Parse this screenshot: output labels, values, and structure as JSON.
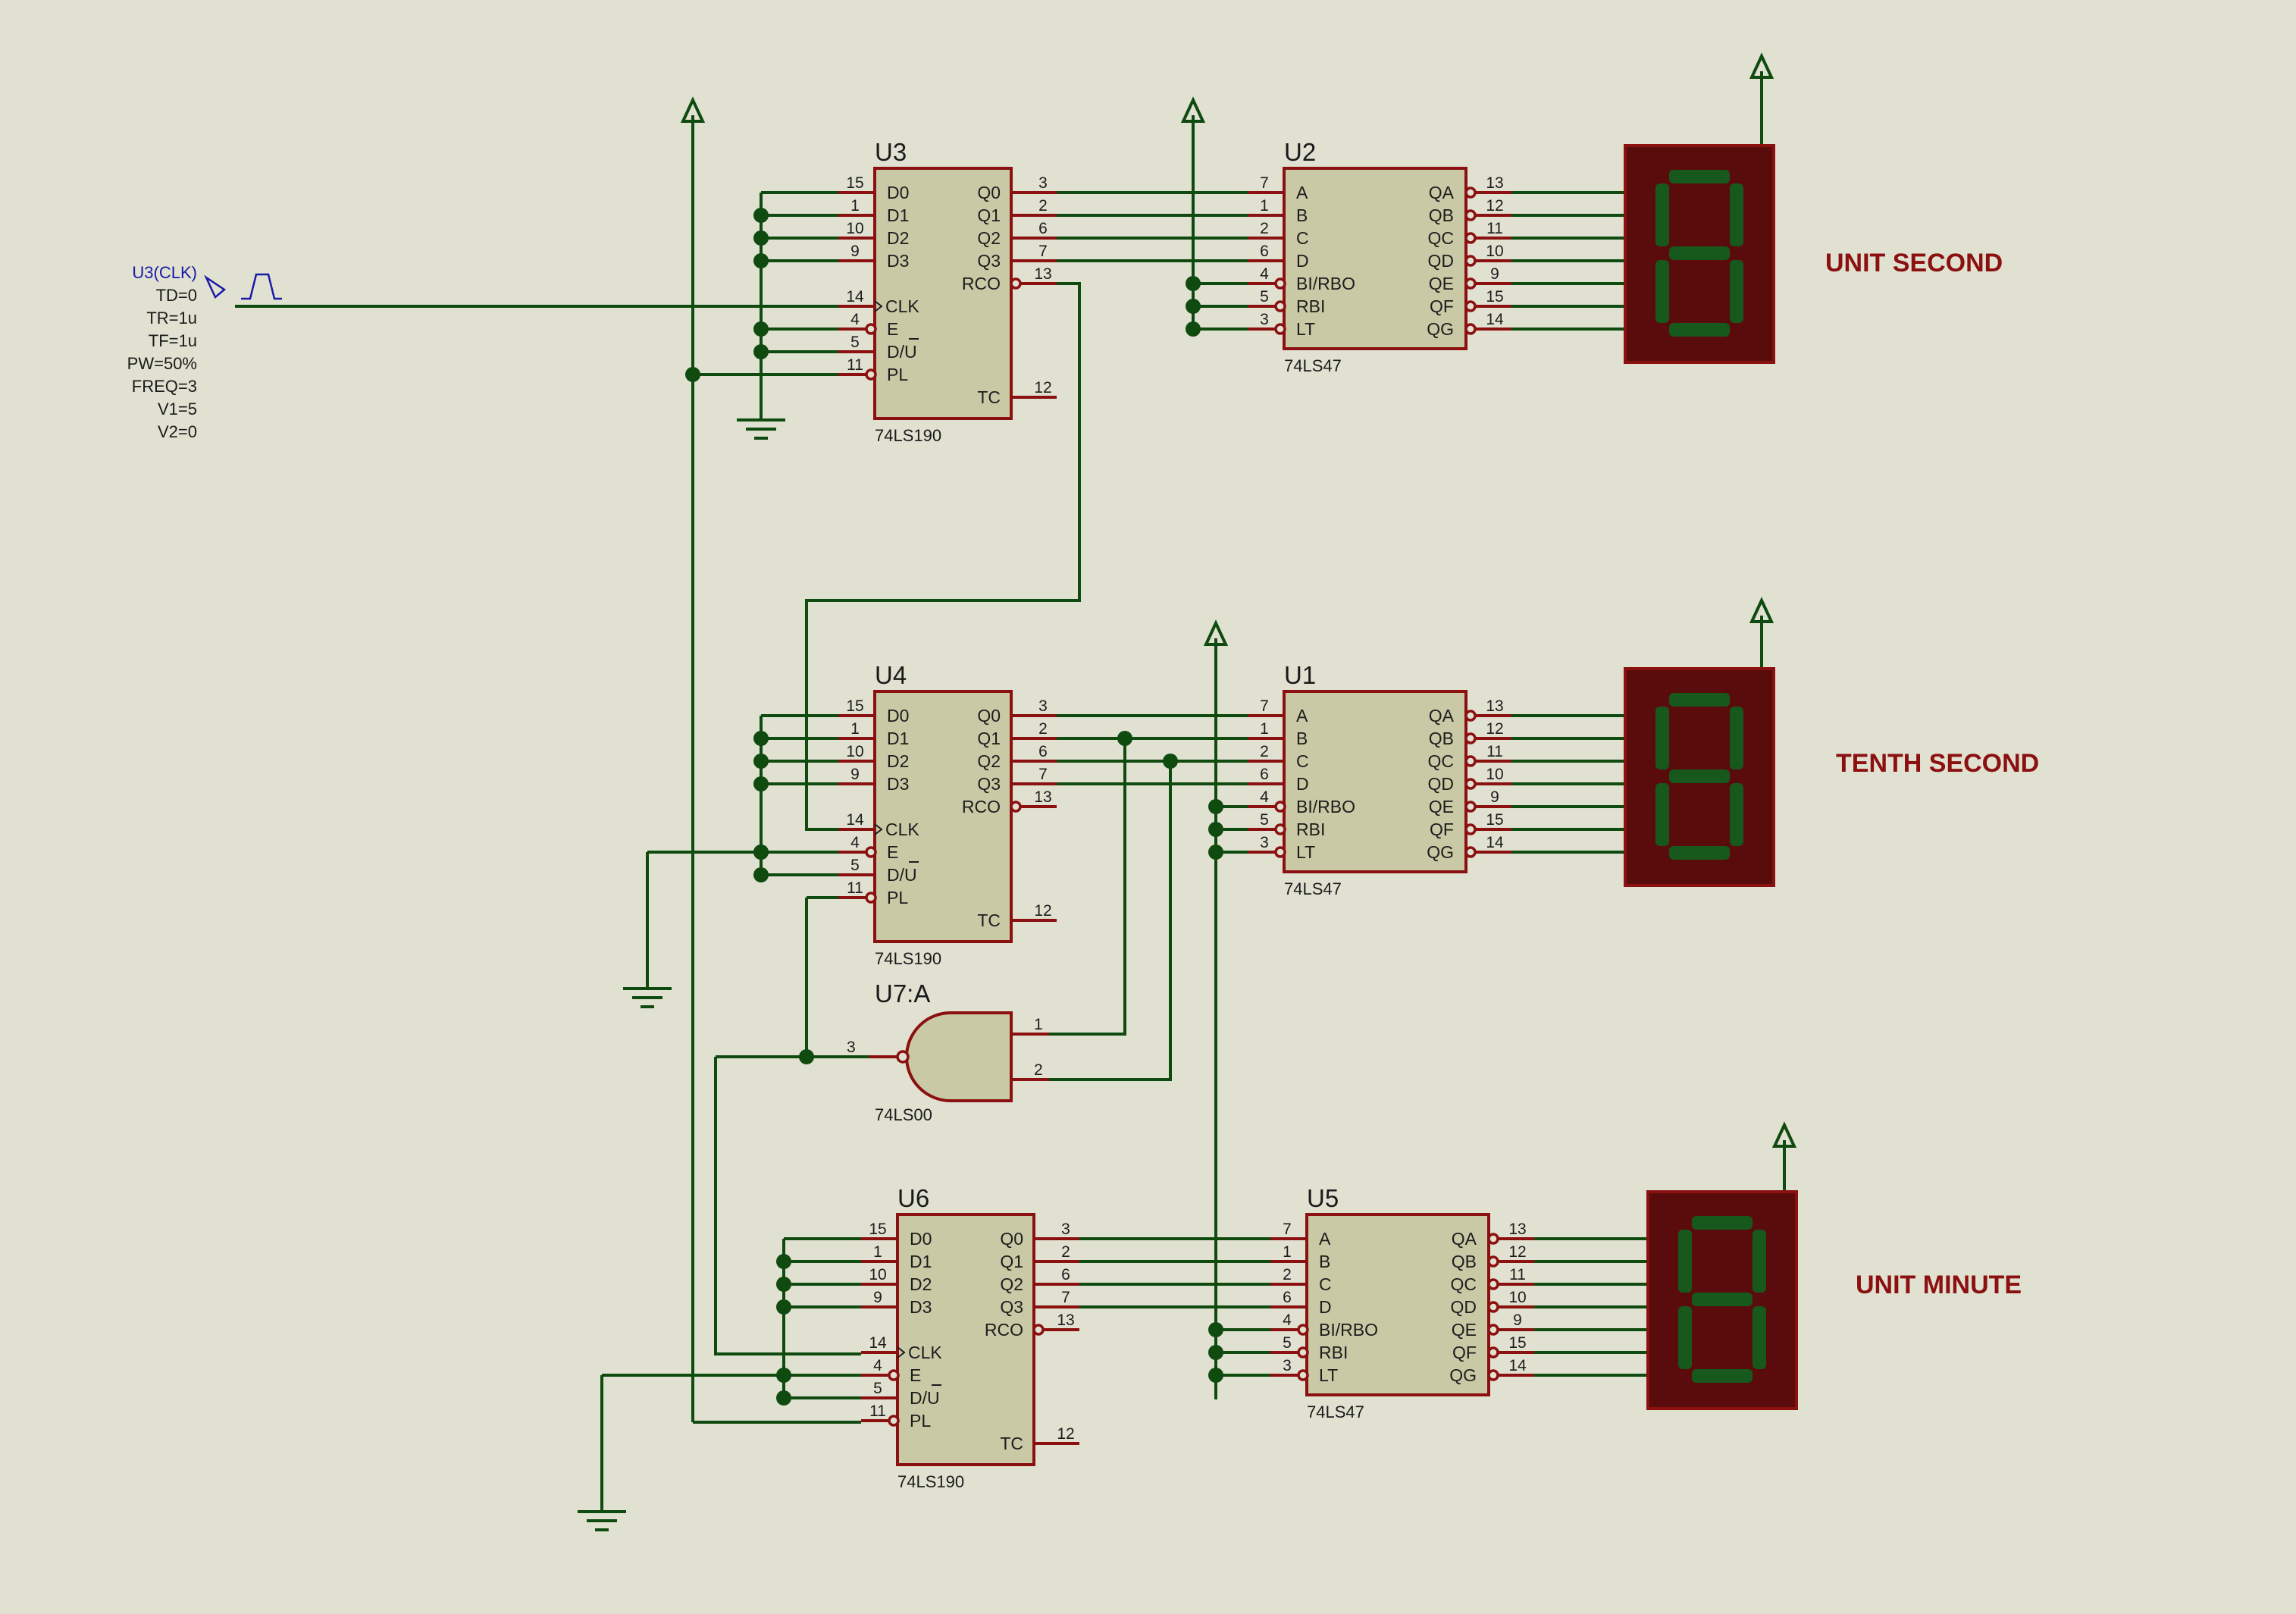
{
  "labels": {
    "u2_display": "UNIT SECOND",
    "u1_display": "TENTH SECOND",
    "u5_display": "UNIT MINUTE"
  },
  "generator": {
    "name": "U3(CLK)",
    "params": [
      "TD=0",
      "TR=1u",
      "TF=1u",
      "PW=50%",
      "FREQ=3",
      "V1=5",
      "V2=0"
    ]
  },
  "counters": {
    "U3": {
      "ref": "U3",
      "part": "74LS190"
    },
    "U4": {
      "ref": "U4",
      "part": "74LS190"
    },
    "U6": {
      "ref": "U6",
      "part": "74LS190"
    }
  },
  "decoders": {
    "U2": {
      "ref": "U2",
      "part": "74LS47"
    },
    "U1": {
      "ref": "U1",
      "part": "74LS47"
    },
    "U5": {
      "ref": "U5",
      "part": "74LS47"
    }
  },
  "gate": {
    "ref": "U7:A",
    "part": "74LS00",
    "pins": {
      "out": "3",
      "in1": "1",
      "in2": "2"
    }
  },
  "counter_pins": {
    "left": [
      {
        "name": "D0",
        "num": "15"
      },
      {
        "name": "D1",
        "num": "1"
      },
      {
        "name": "D2",
        "num": "10"
      },
      {
        "name": "D3",
        "num": "9"
      },
      {
        "name": "CLK",
        "num": "14"
      },
      {
        "name": "E",
        "num": "4"
      },
      {
        "name": "D/U",
        "num": "5"
      },
      {
        "name": "PL",
        "num": "11"
      }
    ],
    "right": [
      {
        "name": "Q0",
        "num": "3"
      },
      {
        "name": "Q1",
        "num": "2"
      },
      {
        "name": "Q2",
        "num": "6"
      },
      {
        "name": "Q3",
        "num": "7"
      },
      {
        "name": "RCO",
        "num": "13"
      },
      {
        "name": "TC",
        "num": "12"
      }
    ]
  },
  "decoder_pins": {
    "left": [
      {
        "name": "A",
        "num": "7"
      },
      {
        "name": "B",
        "num": "1"
      },
      {
        "name": "C",
        "num": "2"
      },
      {
        "name": "D",
        "num": "6"
      },
      {
        "name": "BI/RBO",
        "num": "4"
      },
      {
        "name": "RBI",
        "num": "5"
      },
      {
        "name": "LT",
        "num": "3"
      }
    ],
    "right": [
      {
        "name": "QA",
        "num": "13"
      },
      {
        "name": "QB",
        "num": "12"
      },
      {
        "name": "QC",
        "num": "11"
      },
      {
        "name": "QD",
        "num": "10"
      },
      {
        "name": "QE",
        "num": "9"
      },
      {
        "name": "QF",
        "num": "15"
      },
      {
        "name": "QG",
        "num": "14"
      }
    ]
  },
  "colors": {
    "background": "#e1e1d2",
    "wire": "#0f4a0f",
    "component": "#8b1010",
    "chip_fill": "#c9c9a6",
    "label": "#8b1010",
    "segment": "#17591c",
    "display_bg": "#5a0c0c"
  }
}
